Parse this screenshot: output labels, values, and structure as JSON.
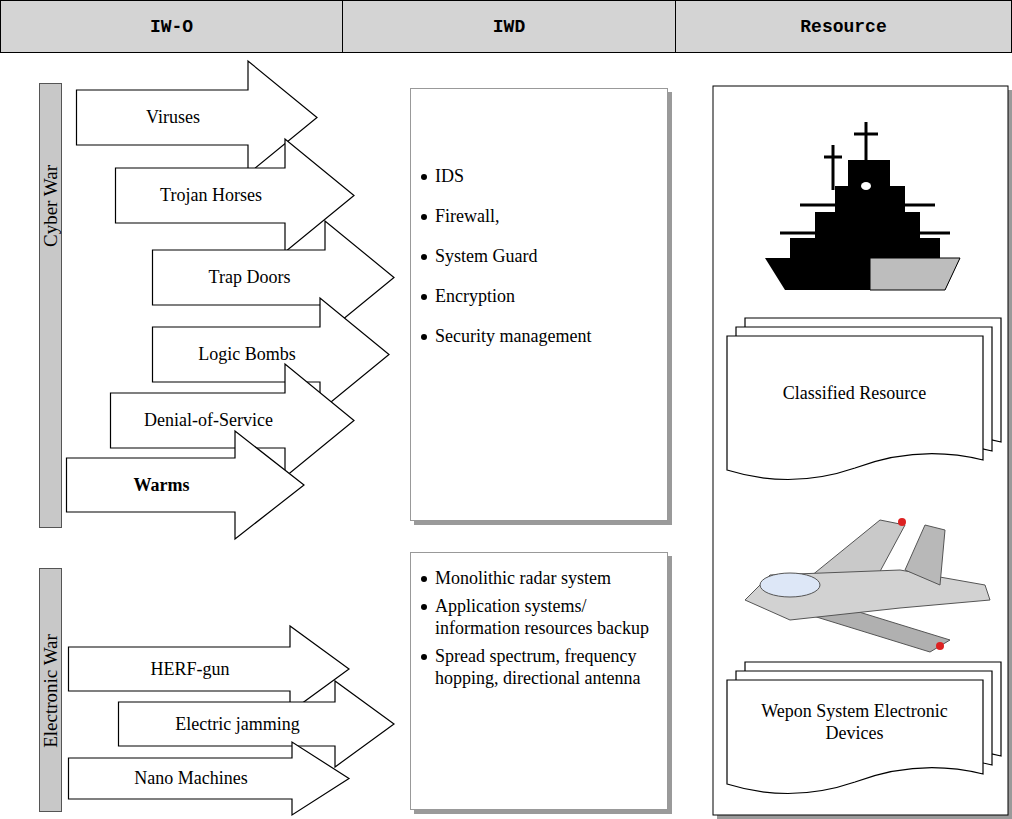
{
  "diagram": {
    "nodes": [
      {
        "text": [
          "IW-O"
        ]
      },
      {
        "text": [
          "IWD"
        ]
      },
      {
        "text": [
          "Resource"
        ]
      },
      {
        "text": [
          "Cyber War"
        ]
      },
      {
        "text": [
          "Viruses"
        ]
      },
      {
        "text": [
          "Trojan Horses"
        ]
      },
      {
        "text": [
          "Trap Doors"
        ]
      },
      {
        "text": [
          "Logic Bombs"
        ]
      },
      {
        "text": [
          "Denial-of-Service"
        ]
      },
      {
        "text": [
          "Warms"
        ]
      },
      {
        "text": [
          "IDS",
          "Firewall,",
          "System Guard",
          "Encryption",
          "Security management"
        ]
      },
      {
        "text": [
          "Classified Resource"
        ]
      },
      {
        "text": [
          "Electronic War"
        ]
      },
      {
        "text": [
          "HERF-gun"
        ]
      },
      {
        "text": [
          "Electric jamming"
        ]
      },
      {
        "text": [
          "Nano Machines"
        ]
      },
      {
        "text": [
          "Monolithic radar system",
          "Application systems/ information resources backup",
          "Spread spectrum, frequency hopping, directional antenna"
        ]
      },
      {
        "text": [
          "Wepon System Electronic Devices"
        ]
      }
    ]
  }
}
